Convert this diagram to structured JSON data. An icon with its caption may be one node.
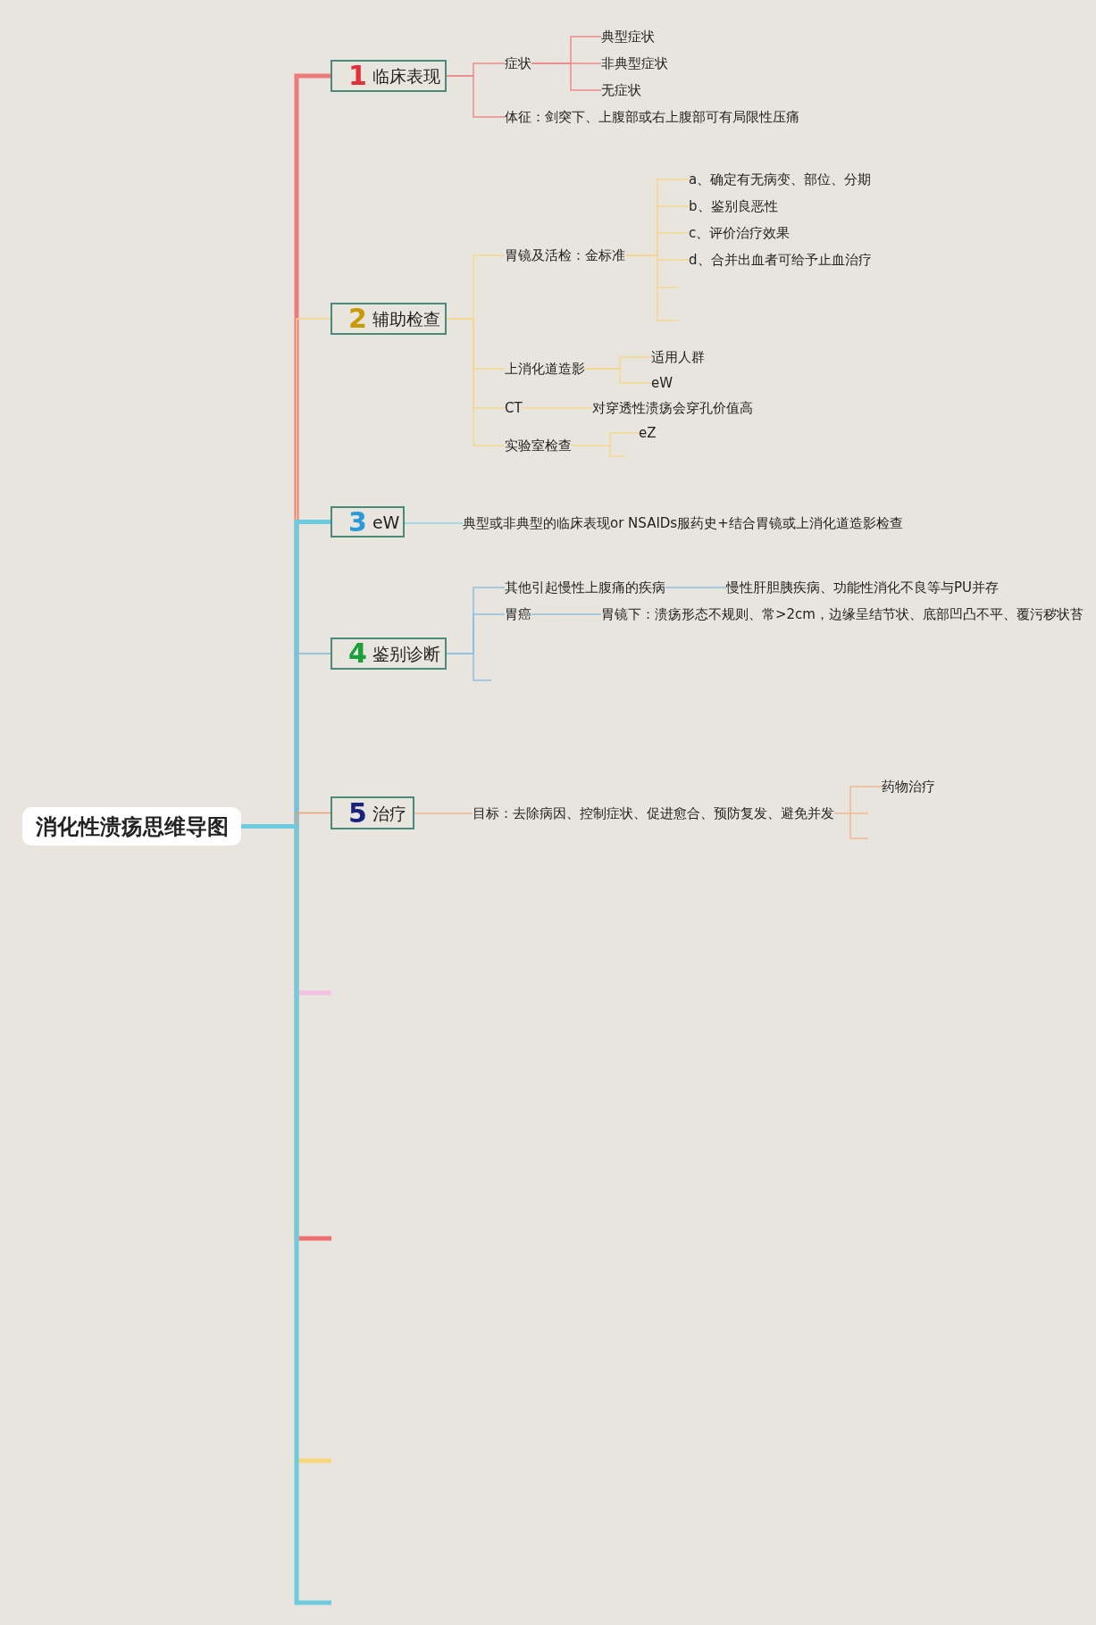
{
  "diagram": {
    "nodes": [
      {
        "text": [
          "消化性溃疡思维导图"
        ]
      },
      {
        "text": [
          "1",
          "临床表现"
        ]
      },
      {
        "text": [
          "2",
          "辅助检查"
        ]
      },
      {
        "text": [
          "3",
          "eW"
        ]
      },
      {
        "text": [
          "4",
          "鉴别诊断"
        ]
      },
      {
        "text": [
          "5",
          "治疗"
        ]
      },
      {
        "text": [
          "症状"
        ]
      },
      {
        "text": [
          "典型症状"
        ]
      },
      {
        "text": [
          "非典型症状"
        ]
      },
      {
        "text": [
          "无症状"
        ]
      },
      {
        "text": [
          "体征：剑突下、上腹部或右上腹部可有局限性压痛"
        ]
      },
      {
        "text": [
          "胃镜及活检：金标准"
        ]
      },
      {
        "text": [
          "a、确定有无病变、部位、分期"
        ]
      },
      {
        "text": [
          "b、鉴别良恶性"
        ]
      },
      {
        "text": [
          "c、评价治疗效果"
        ]
      },
      {
        "text": [
          "d、合并出血者可给予止血治疗"
        ]
      },
      {
        "text": [
          "上消化道造影"
        ]
      },
      {
        "text": [
          "适用人群"
        ]
      },
      {
        "text": [
          "eW"
        ]
      },
      {
        "text": [
          "CT"
        ]
      },
      {
        "text": [
          "对穿透性溃疡会穿孔价值高"
        ]
      },
      {
        "text": [
          "实验室检查"
        ]
      },
      {
        "text": [
          "eZ"
        ]
      },
      {
        "text": [
          "典型或非典型的临床表现or NSAIDs服药史+结合胃镜或上消化道造影检查"
        ]
      },
      {
        "text": [
          "其他引起慢性上腹痛的疾病"
        ]
      },
      {
        "text": [
          "慢性肝胆胰疾病、功能性消化不良等与PU并存"
        ]
      },
      {
        "text": [
          "胃癌"
        ]
      },
      {
        "text": [
          "胃镜下：溃疡形态不规则、常>2cm，边缘呈结节状、底部凹凸不平、覆污秽状苔"
        ]
      },
      {
        "text": [
          "目标：去除病因、控制症状、促进愈合、预防复发、避免并发"
        ]
      },
      {
        "text": [
          "药物治疗"
        ]
      }
    ],
    "edges": [
      {
        "from": 0,
        "to": 1,
        "arrow": "none",
        "style": "thick",
        "color": "#ee7b7b"
      },
      {
        "from": 0,
        "to": 2,
        "arrow": "none",
        "color": "#f5d68a"
      },
      {
        "from": 0,
        "to": 3,
        "arrow": "none",
        "style": "thick",
        "color": "#6ccbe0"
      },
      {
        "from": 0,
        "to": 4,
        "arrow": "none",
        "color": "#7fbbe0"
      },
      {
        "from": 0,
        "to": 5,
        "arrow": "none",
        "color": "#e8a070"
      },
      {
        "from": 0,
        "to": null,
        "arrow": "none",
        "style": "thick",
        "color": "#f4bfe2"
      },
      {
        "from": 0,
        "to": null,
        "arrow": "none",
        "style": "thick",
        "color": "#ee6f6f"
      },
      {
        "from": 0,
        "to": null,
        "arrow": "none",
        "style": "thick",
        "color": "#f7d57a"
      },
      {
        "from": 0,
        "to": null,
        "arrow": "none",
        "style": "thick",
        "color": "#6ccbe0"
      },
      {
        "from": 1,
        "to": 6,
        "arrow": "none",
        "color": "#ec8a8a"
      },
      {
        "from": 1,
        "to": 10,
        "arrow": "none",
        "color": "#ec8a8a"
      },
      {
        "from": 6,
        "to": 7,
        "arrow": "none",
        "color": "#ec8a8a"
      },
      {
        "from": 6,
        "to": 8,
        "arrow": "none",
        "color": "#ec8a8a"
      },
      {
        "from": 6,
        "to": 9,
        "arrow": "none",
        "color": "#ec8a8a"
      },
      {
        "from": 2,
        "to": 11,
        "arrow": "none",
        "color": "#f5d88e"
      },
      {
        "from": 2,
        "to": 16,
        "arrow": "none",
        "color": "#f5d88e"
      },
      {
        "from": 2,
        "to": 19,
        "arrow": "none",
        "color": "#f5d88e"
      },
      {
        "from": 2,
        "to": 21,
        "arrow": "none",
        "color": "#f5d88e"
      },
      {
        "from": 11,
        "to": 12,
        "arrow": "none",
        "color": "#f5d88e"
      },
      {
        "from": 11,
        "to": 13,
        "arrow": "none",
        "color": "#f5d88e"
      },
      {
        "from": 11,
        "to": 14,
        "arrow": "none",
        "color": "#f5d88e"
      },
      {
        "from": 11,
        "to": 15,
        "arrow": "none",
        "color": "#f5d88e"
      },
      {
        "from": 16,
        "to": 17,
        "arrow": "none",
        "color": "#f5d88e"
      },
      {
        "from": 16,
        "to": 18,
        "arrow": "none",
        "color": "#f5d88e"
      },
      {
        "from": 19,
        "to": 20,
        "arrow": "none",
        "color": "#f5d88e"
      },
      {
        "from": 21,
        "to": 22,
        "arrow": "none",
        "color": "#f5d88e"
      },
      {
        "from": 3,
        "to": 23,
        "arrow": "none",
        "color": "#8fd3e3"
      },
      {
        "from": 4,
        "to": 24,
        "arrow": "none",
        "color": "#8fc0e3"
      },
      {
        "from": 4,
        "to": 26,
        "arrow": "none",
        "color": "#8fc0e3"
      },
      {
        "from": 24,
        "to": 25,
        "arrow": "none",
        "color": "#8fc0e3"
      },
      {
        "from": 26,
        "to": 27,
        "arrow": "none",
        "color": "#8fc0e3"
      },
      {
        "from": 5,
        "to": 28,
        "arrow": "none",
        "color": "#f0b890"
      },
      {
        "from": 28,
        "to": 29,
        "arrow": "none",
        "color": "#f0b890"
      }
    ]
  }
}
